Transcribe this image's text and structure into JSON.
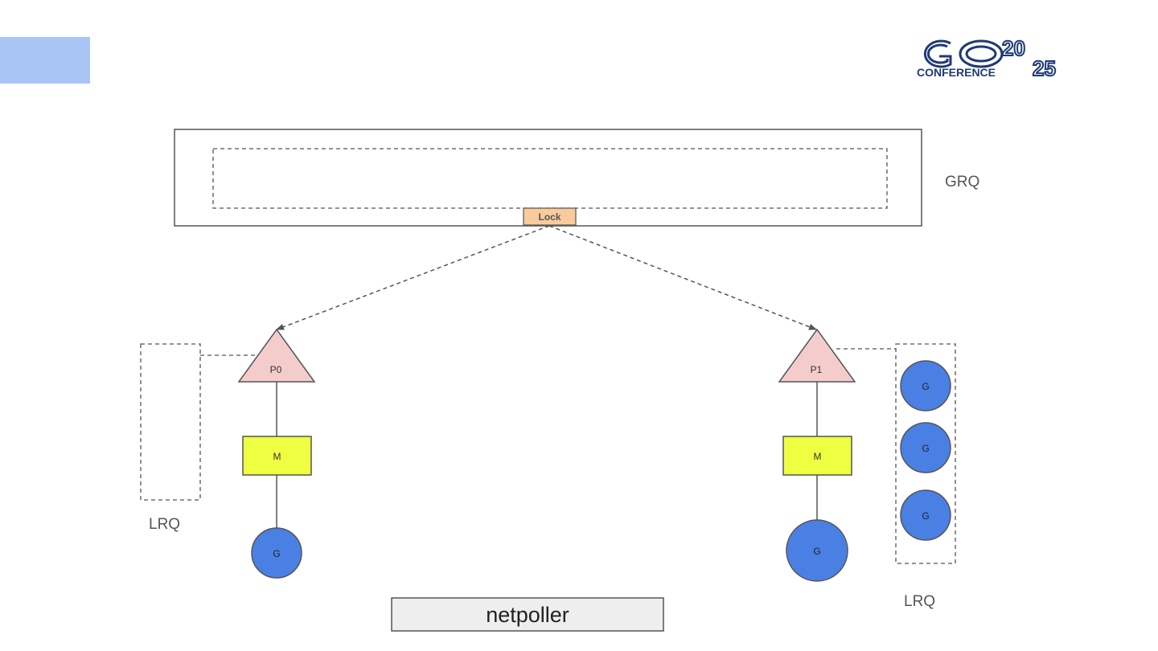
{
  "slide": {
    "accent_color": "#a9c5f5"
  },
  "logo": {
    "text_top": "GO",
    "text_year_top": "20",
    "text_year_bottom": "25",
    "text_bottom": "CONFERENCE",
    "color": "#1f3a73"
  },
  "diagram": {
    "grq_label": "GRQ",
    "lock_label": "Lock",
    "left": {
      "p_label": "P0",
      "m_label": "M",
      "g_label": "G",
      "lrq_label": "LRQ"
    },
    "right": {
      "p_label": "P1",
      "m_label": "M",
      "g_label": "G",
      "lrq_label": "LRQ",
      "queue_items": [
        "G",
        "G",
        "G"
      ]
    },
    "netpoller_label": "netpoller",
    "colors": {
      "processor_fill": "#f4cccc",
      "machine_fill": "#eeff41",
      "goroutine_fill": "#4a80e4",
      "lock_fill": "#f9cb9c",
      "netpoller_fill": "#eeeeee",
      "stroke": "#555555"
    }
  }
}
